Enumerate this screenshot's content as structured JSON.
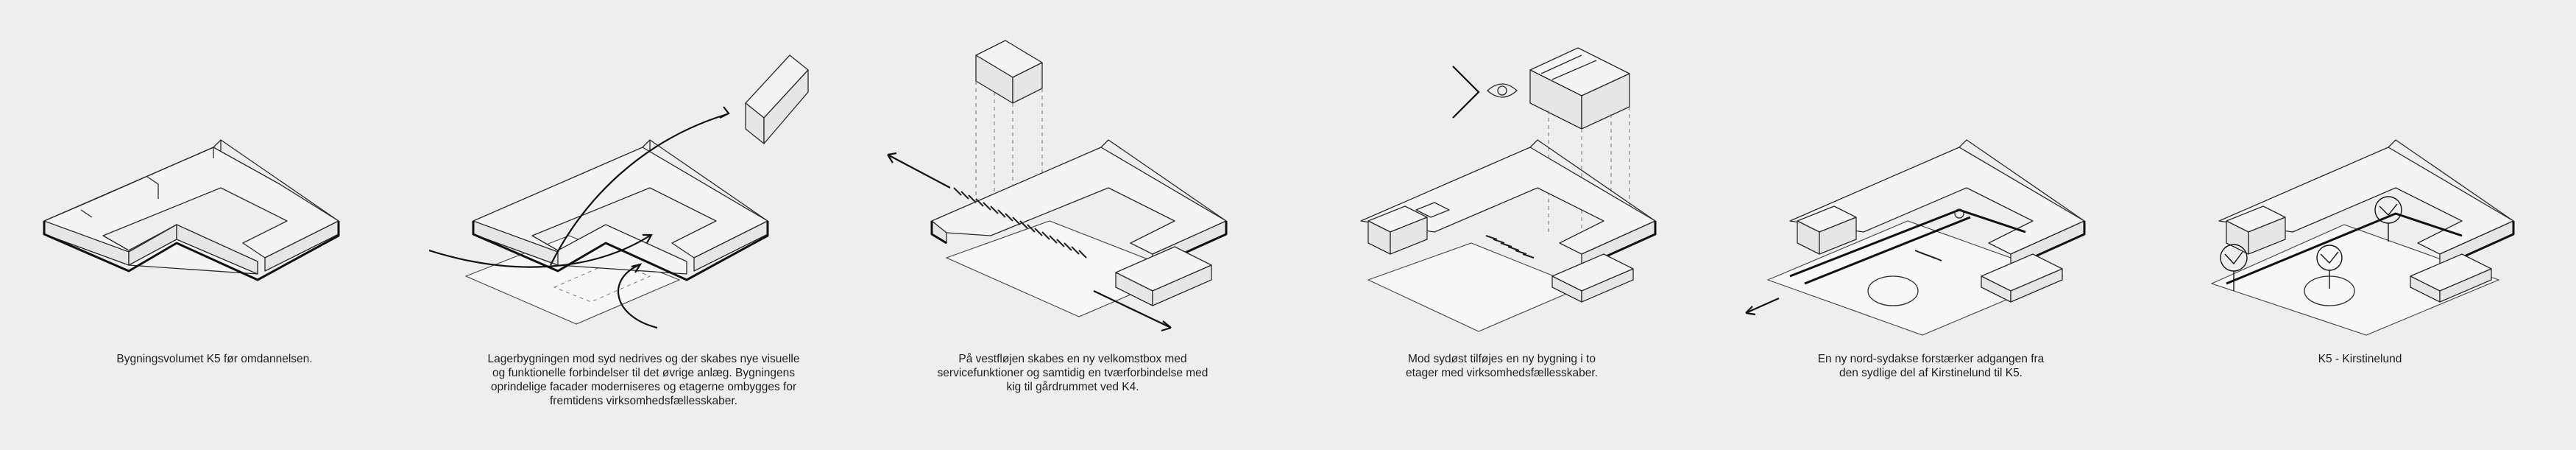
{
  "panels": [
    {
      "id": "k5-before",
      "caption": [
        "Bygningsvolumet K5 før omdannelsen."
      ]
    },
    {
      "id": "demolition",
      "caption": [
        "Lagerbygningen mod syd nedrives og der skabes nye visuelle",
        "og funktionelle forbindelser til det øvrige anlæg. Bygningens",
        "oprindelige facader moderniseres og etagerne ombygges for",
        "fremtidens virksomhedsfællesskaber."
      ]
    },
    {
      "id": "welcome-box",
      "caption": [
        "På vestfløjen skabes en ny velkomstbox med",
        "servicefunktioner og samtidig en tværforbindelse med",
        "kig til gårdrummet ved K4."
      ]
    },
    {
      "id": "new-building",
      "caption": [
        "Mod sydøst tilføjes en ny bygning i to",
        "etager med virksomhedsfællesskaber."
      ]
    },
    {
      "id": "north-south-axis",
      "caption": [
        "En ny nord-sydakse forstærker adgangen fra",
        "den sydlige del af Kirstinelund til K5."
      ]
    },
    {
      "id": "k5-kirstinelund",
      "caption": [
        "K5 - Kirstinelund"
      ]
    }
  ]
}
